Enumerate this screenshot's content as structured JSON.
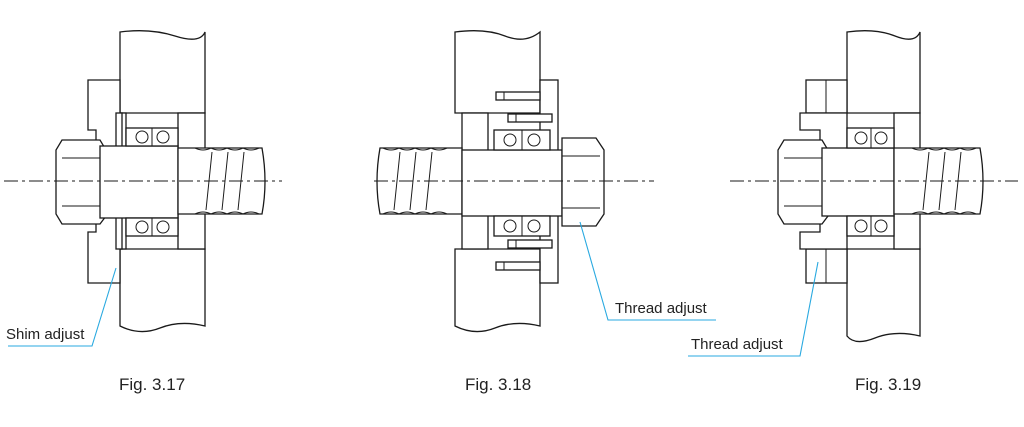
{
  "figures": [
    {
      "id": "fig-3-17",
      "caption": "Fig. 3.17",
      "callout": "Shim adjust"
    },
    {
      "id": "fig-3-18",
      "caption": "Fig. 3.18",
      "callout": "Thread adjust"
    },
    {
      "id": "fig-3-19",
      "caption": "Fig. 3.19",
      "callout": "Thread adjust"
    }
  ],
  "colors": {
    "leader_line": "#29a9e0",
    "outline": "#1a1a1a",
    "background": "#ffffff"
  }
}
